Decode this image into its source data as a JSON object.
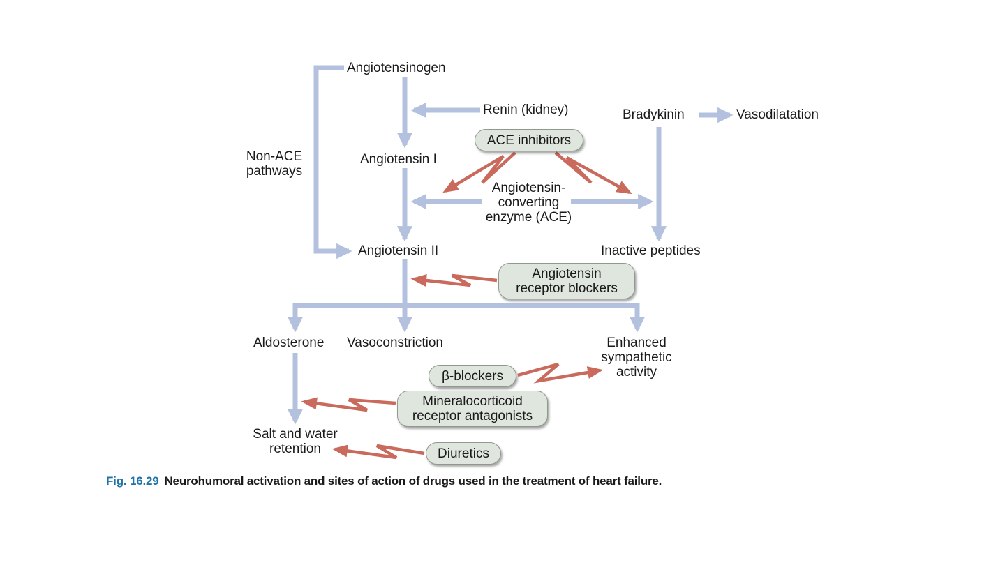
{
  "colors": {
    "pathway": "#b3c0de",
    "inhibition": "#c96a5d",
    "pill_fill": "#dfe6dd",
    "caption_fig": "#1f73a8"
  },
  "nodes": {
    "angiotensinogen": "Angiotensinogen",
    "renin": "Renin (kidney)",
    "non_ace_line1": "Non-ACE",
    "non_ace_line2": "pathways",
    "angiotensin_1": "Angiotensin I",
    "ace_line1": "Angiotensin-",
    "ace_line2": "converting",
    "ace_line3": "enzyme (ACE)",
    "angiotensin_2": "Angiotensin II",
    "bradykinin": "Bradykinin",
    "vasodilatation": "Vasodilatation",
    "inactive_peptides": "Inactive peptides",
    "aldosterone": "Aldosterone",
    "vasoconstriction": "Vasoconstriction",
    "sympathetic_line1": "Enhanced",
    "sympathetic_line2": "sympathetic",
    "sympathetic_line3": "activity",
    "salt_line1": "Salt and water",
    "salt_line2": "retention"
  },
  "drugs": {
    "ace_inhibitors": "ACE inhibitors",
    "arb_line1": "Angiotensin",
    "arb_line2": "receptor blockers",
    "beta_blockers": "β-blockers",
    "mra_line1": "Mineralocorticoid",
    "mra_line2": "receptor antagonists",
    "diuretics": "Diuretics"
  },
  "caption": {
    "fig_number": "Fig. 16.29",
    "text": "Neurohumoral activation and sites of action of drugs used in the treatment of heart failure."
  }
}
